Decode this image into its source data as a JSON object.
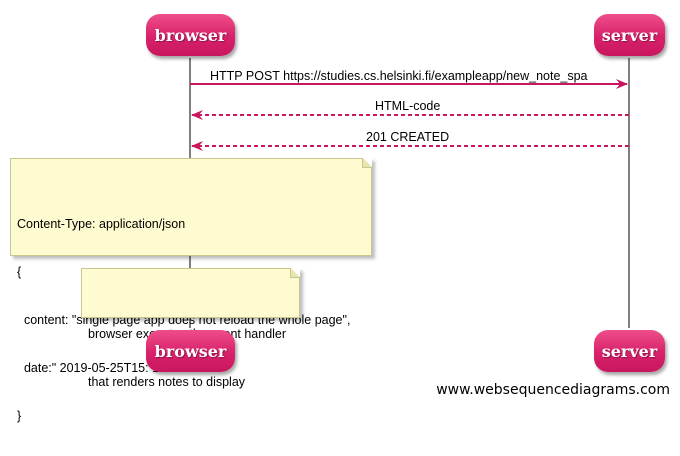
{
  "participants": {
    "browser": "browser",
    "server": "server"
  },
  "messages": [
    {
      "label": "HTTP POST https://studies.cs.helsinki.fi/exampleapp/new_note_spa",
      "style": "solid",
      "direction": "browser-to-server"
    },
    {
      "label": "HTML-code",
      "style": "dashed",
      "direction": "server-to-browser"
    },
    {
      "label": "201 CREATED",
      "style": "dashed",
      "direction": "server-to-browser"
    }
  ],
  "notes": [
    {
      "lines": [
        "Content-Type: application/json",
        "{",
        "  content: \"single page app does not reload the whole page\",",
        "  date:\" 2019-05-25T15: 15: 59.905Z \"",
        "}"
      ]
    },
    {
      "lines": [
        "browser executes the event handler",
        "that renders notes to display"
      ]
    }
  ],
  "watermark": "www.websequencediagrams.com",
  "colors": {
    "participant": "#d8216a",
    "arrow": "#c8175e",
    "lifeline": "#000000",
    "note_fill": "#fffbd0"
  }
}
